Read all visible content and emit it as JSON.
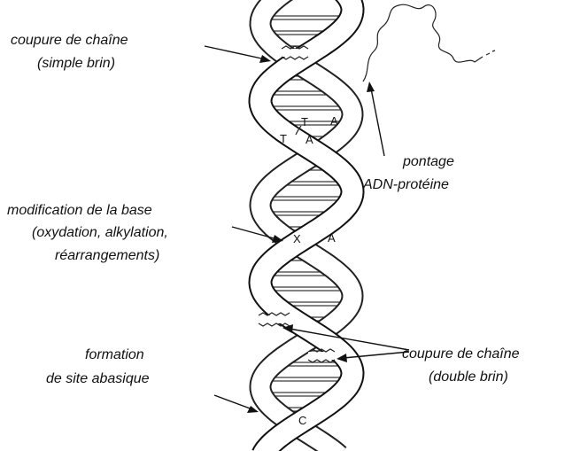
{
  "labels": {
    "single_break_line1": "coupure de chaîne",
    "single_break_line2": "(simple brin)",
    "crosslink_line1": "pontage",
    "crosslink_line2": "ADN-protéine",
    "base_mod_line1": "modification de la base",
    "base_mod_line2": "(oxydation, alkylation,",
    "base_mod_line3": "réarrangements)",
    "double_break_line1": "coupure de chaîne",
    "double_break_line2": "(double brin)",
    "abasic_line1": "formation",
    "abasic_line2": "de site abasique"
  },
  "bases": {
    "t1": "T",
    "a1": "A",
    "t2": "T",
    "a2": "A",
    "x": "X",
    "a3": "A",
    "c": "C"
  },
  "colors": {
    "ink": "#111111",
    "background": "#ffffff"
  }
}
